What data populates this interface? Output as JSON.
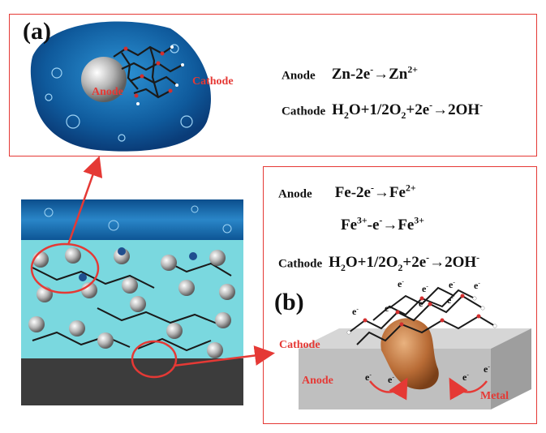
{
  "panel_a": {
    "label": "(a)",
    "anode_tag": "Anode",
    "anode_eq": {
      "pre": "Zn-2e",
      "sup1": "-",
      "mid": "→Zn",
      "sup2": "2+"
    },
    "cathode_tag": "Cathode",
    "cathode_eq": {
      "p1": "H",
      "sub1": "2",
      "p2": "O+1/2O",
      "sub2": "2",
      "p3": "+2e",
      "sup1": "-",
      "p4": "→2OH",
      "sup2": "-"
    },
    "droplet_anode": "Anode",
    "droplet_cathode": "Cathode"
  },
  "panel_b": {
    "label": "(b)",
    "anode_tag": "Anode",
    "eq1": {
      "pre": "Fe-2e",
      "sup1": "-",
      "mid": "→Fe",
      "sup2": "2+"
    },
    "eq2": {
      "pre": "Fe",
      "sup1": "3+",
      "mid": "-e",
      "sup2": "-",
      "post": "→Fe",
      "sup3": "3+"
    },
    "cathode_tag": "Cathode",
    "cathode_eq": {
      "p1": "H",
      "sub1": "2",
      "p2": "O+1/2O",
      "sub2": "2",
      "p3": "+2e",
      "sup1": "-",
      "p4": "→2OH",
      "sup2": "-"
    },
    "block_cathode": "Cathode",
    "block_anode": "Anode",
    "block_metal": "Metal",
    "electron": "e"
  },
  "colors": {
    "frame": "#e53935",
    "water": "#1e6fb4",
    "coating": "#7ad8df",
    "substrate": "#3c3c3c",
    "metal_block": "#bfbfbf",
    "corrosion": "#b86b35"
  }
}
